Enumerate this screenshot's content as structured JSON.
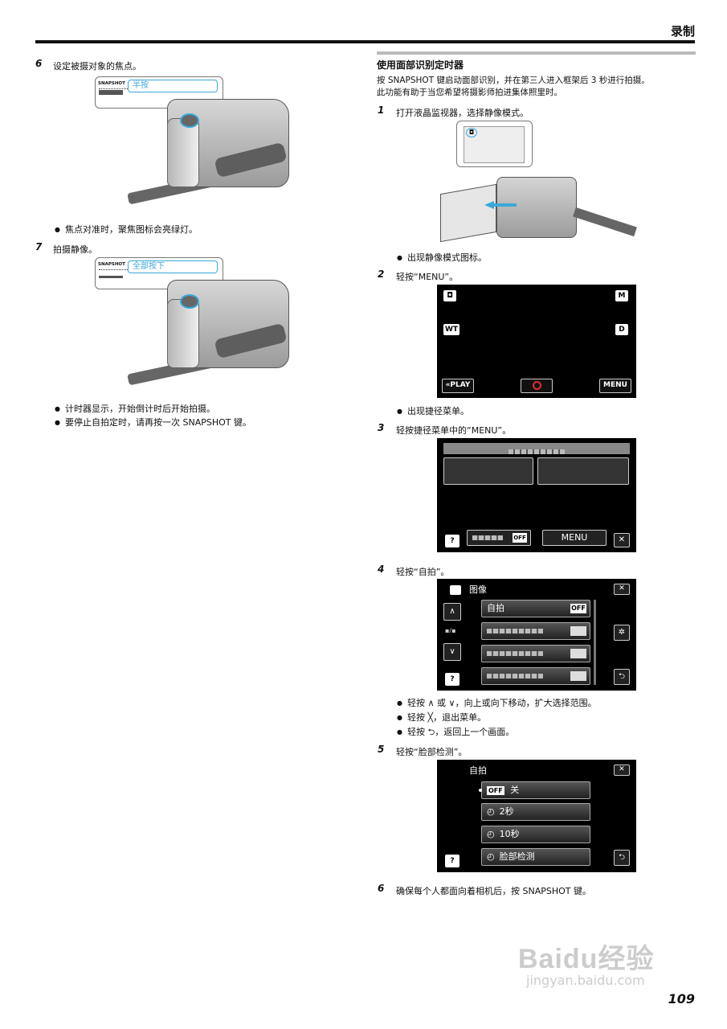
{
  "header": {
    "section_title": "录制"
  },
  "left": {
    "step6": {
      "num": "6",
      "text": "设定被摄对象的焦点。",
      "callout_label": "半按",
      "snapshot_label": "SNAPSHOT",
      "bullet": "焦点对准时，聚焦图标会亮绿灯。"
    },
    "step7": {
      "num": "7",
      "text": "拍摄静像。",
      "callout_label": "全部按下",
      "snapshot_label": "SNAPSHOT",
      "bullets": [
        "计时器显示，开始倒计时后开始拍摄。",
        "要停止自拍定时，请再按一次 SNAPSHOT 键。"
      ]
    }
  },
  "right": {
    "heading": "使用面部识别定时器",
    "para_line1": "按 SNAPSHOT 键启动面部识别，并在第三人进入框架后 3 秒进行拍摄。",
    "para_line2": "此功能有助于当您希望将摄影师拍进集体照里时。",
    "steps": [
      {
        "num": "1",
        "text": "打开液晶监视器，选择静像模式。",
        "bullet": "出现静像模式图标。"
      },
      {
        "num": "2",
        "text": "轻按“MENU”。",
        "bullet": "出现捷径菜单。"
      },
      {
        "num": "3",
        "text": "轻按捷径菜单中的“MENU”。"
      },
      {
        "num": "4",
        "text": "轻按“自拍”。",
        "bullets": [
          "轻按 ∧ 或 ∨，向上或向下移动，扩大选择范围。",
          "轻按 ╳，退出菜单。",
          "轻按 ⮌，返回上一个画面。"
        ]
      },
      {
        "num": "5",
        "text": "轻按“脸部检测”。"
      },
      {
        "num": "6",
        "text": "确保每个人都面向着相机后，按 SNAPSHOT 键。"
      }
    ]
  },
  "screen2": {
    "icon_tl": "◘",
    "icon_m": "M",
    "icon_wt": "WT",
    "icon_d": "D",
    "play": "«PLAY",
    "menu": "MENU",
    "record_color": "#e03030"
  },
  "screen3": {
    "menu": "MENU",
    "help": "?",
    "close": "✕",
    "off": "OFF"
  },
  "screen4": {
    "title": "图像",
    "item1": "自拍",
    "off": "OFF",
    "up": "∧",
    "down": "∨",
    "help": "?",
    "close": "✕",
    "back": "⮌",
    "page_ind": "▪/▪"
  },
  "screen5": {
    "title": "自拍",
    "opt_off_tag": "OFF",
    "opt_off": "关",
    "opt_2": "2秒",
    "opt_10": "10秒",
    "opt_face": "脸部检测",
    "help": "?",
    "close": "✕",
    "back": "⮌"
  },
  "footer": {
    "page_number": "109",
    "watermark_main": "Baidu经验",
    "watermark_url": "jingyan.baidu.com"
  },
  "colors": {
    "accent": "#3aa7d8"
  }
}
